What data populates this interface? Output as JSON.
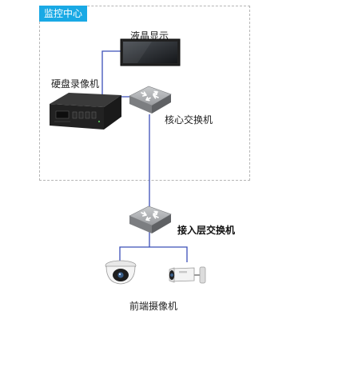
{
  "zone": {
    "label": "监控中心"
  },
  "devices": {
    "monitor": "液晶显示",
    "nvr": "硬盘录像机",
    "core_switch": "核心交换机",
    "access_switch": "接入层交换机",
    "cameras": "前端摄像机"
  },
  "colors": {
    "accent": "#19a9e5",
    "wire": "#3b4fb8",
    "zone_border": "#b5b5b5"
  }
}
